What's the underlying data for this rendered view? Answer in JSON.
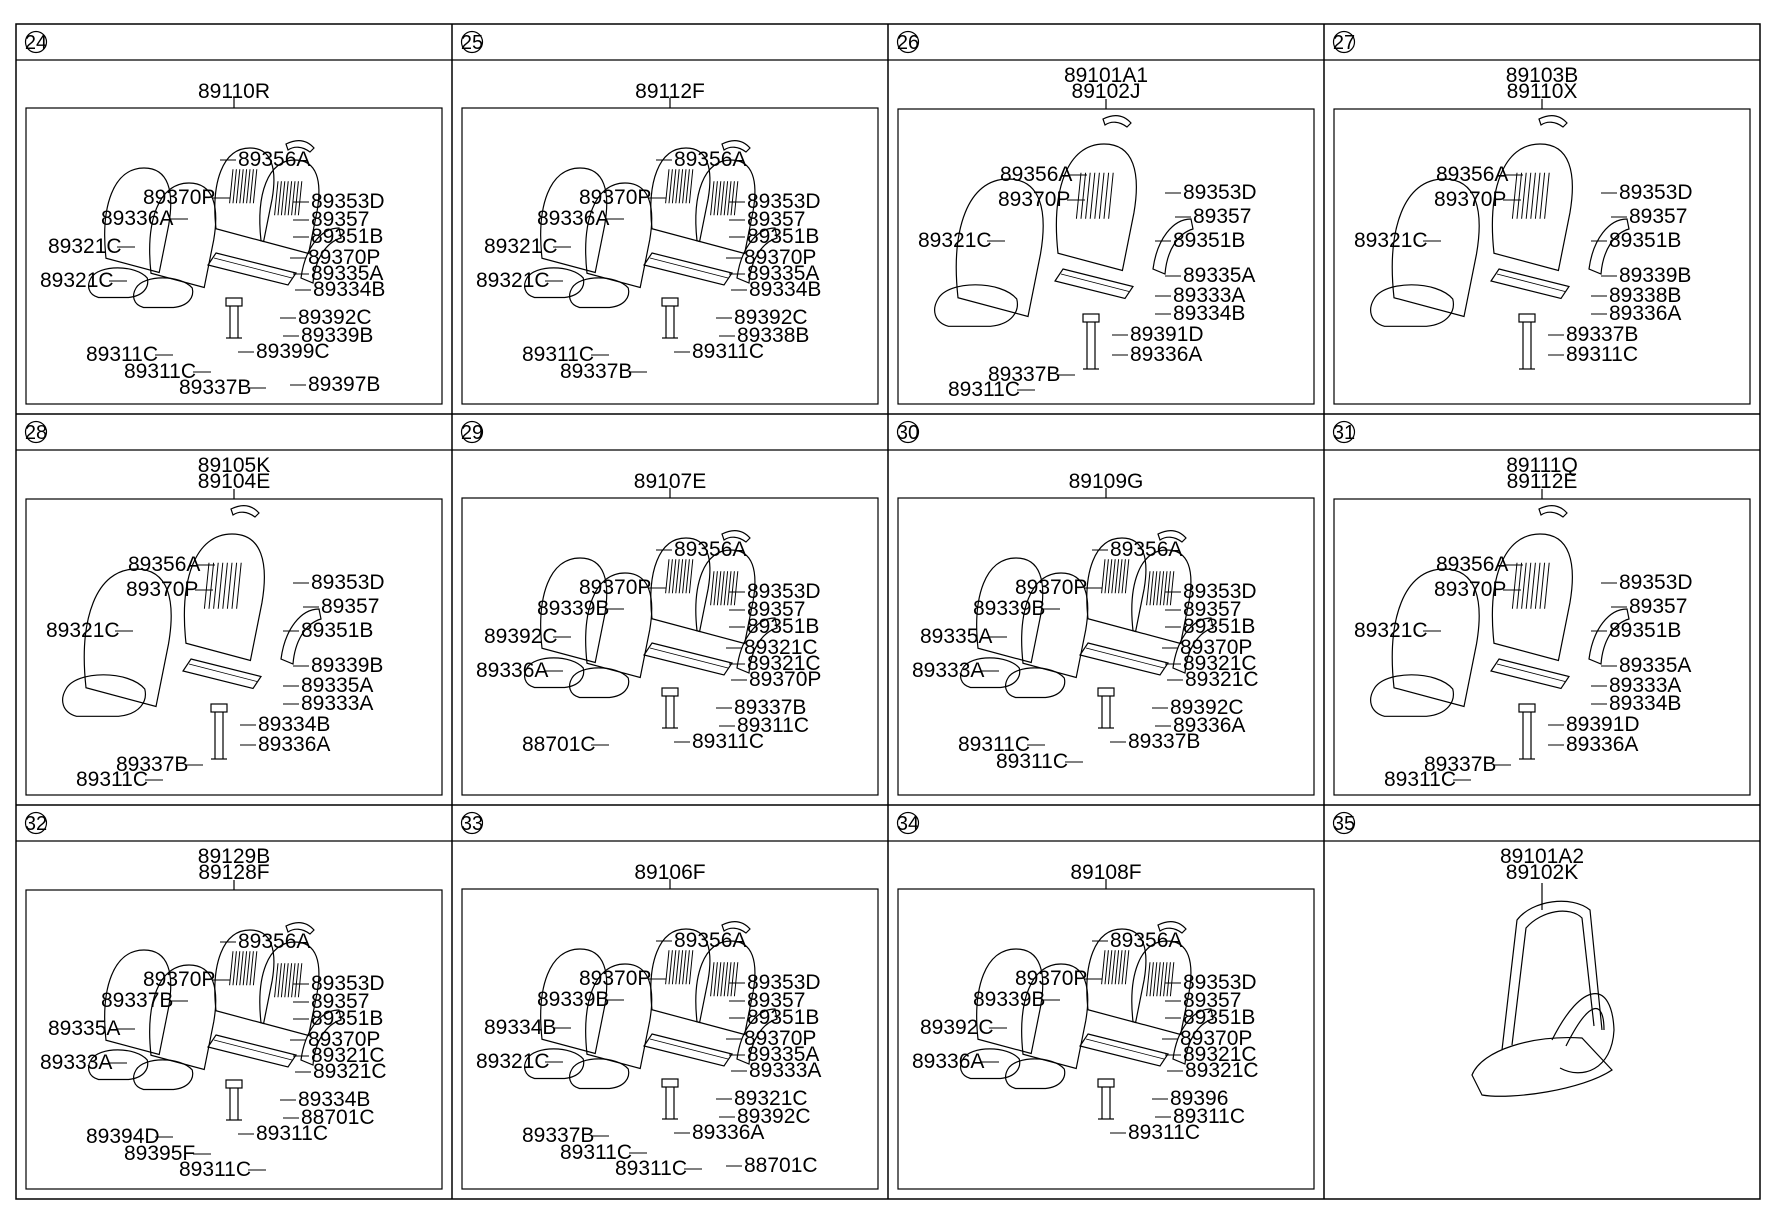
{
  "panels": [
    {
      "id": "24",
      "header": [
        "89110R"
      ],
      "variant": "double",
      "labels": [
        "89356A",
        "89370P",
        "89336A",
        "89353D",
        "89357",
        "89351B",
        "89370P",
        "89335A",
        "89334B",
        "89321C",
        "89321C",
        "89392C",
        "89339B",
        "89399C",
        "89311C",
        "89311C",
        "89337B",
        "89397B"
      ]
    },
    {
      "id": "25",
      "header": [
        "89112F"
      ],
      "variant": "double",
      "labels": [
        "89356A",
        "89370P",
        "89336A",
        "89353D",
        "89357",
        "89351B",
        "89370P",
        "89335A",
        "89334B",
        "89321C",
        "89321C",
        "89392C",
        "89338B",
        "89311C",
        "89311C",
        "89337B"
      ]
    },
    {
      "id": "26",
      "header": [
        "89101A1",
        "89102J"
      ],
      "variant": "single",
      "labels": [
        "89356A",
        "89370P",
        "89353D",
        "89357",
        "89351B",
        "89321C",
        "89335A",
        "89333A",
        "89334B",
        "89391D",
        "89336A",
        "89337B",
        "89311C"
      ]
    },
    {
      "id": "27",
      "header": [
        "89103B",
        "89110X"
      ],
      "variant": "single",
      "labels": [
        "89356A",
        "89370P",
        "89353D",
        "89357",
        "89351B",
        "89321C",
        "89339B",
        "89338B",
        "89336A",
        "89337B",
        "89311C"
      ]
    },
    {
      "id": "28",
      "header": [
        "89105K",
        "89104E"
      ],
      "variant": "single",
      "labels": [
        "89356A",
        "89370P",
        "89353D",
        "89357",
        "89351B",
        "89321C",
        "89339B",
        "89335A",
        "89333A",
        "89334B",
        "89336A",
        "89337B",
        "89311C"
      ]
    },
    {
      "id": "29",
      "header": [
        "89107E"
      ],
      "variant": "double",
      "labels": [
        "89356A",
        "89370P",
        "89339B",
        "89353D",
        "89357",
        "89351B",
        "89321C",
        "89321C",
        "89370P",
        "89392C",
        "89336A",
        "89337B",
        "89311C",
        "89311C",
        "88701C"
      ]
    },
    {
      "id": "30",
      "header": [
        "89109G"
      ],
      "variant": "double",
      "labels": [
        "89356A",
        "89370P",
        "89339B",
        "89353D",
        "89357",
        "89351B",
        "89370P",
        "89321C",
        "89321C",
        "89335A",
        "89333A",
        "89392C",
        "89336A",
        "89337B",
        "89311C",
        "89311C"
      ]
    },
    {
      "id": "31",
      "header": [
        "89111Q",
        "89112E"
      ],
      "variant": "single",
      "labels": [
        "89356A",
        "89370P",
        "89353D",
        "89357",
        "89351B",
        "89321C",
        "89335A",
        "89333A",
        "89334B",
        "89391D",
        "89336A",
        "89337B",
        "89311C"
      ]
    },
    {
      "id": "32",
      "header": [
        "89129B",
        "89128F"
      ],
      "variant": "double",
      "labels": [
        "89356A",
        "89370P",
        "89337B",
        "89353D",
        "89357",
        "89351B",
        "89370P",
        "89321C",
        "89321C",
        "89335A",
        "89333A",
        "89334B",
        "88701C",
        "89311C",
        "89394D",
        "89395F",
        "89311C"
      ]
    },
    {
      "id": "33",
      "header": [
        "89106F"
      ],
      "variant": "double",
      "labels": [
        "89356A",
        "89370P",
        "89339B",
        "89353D",
        "89357",
        "89351B",
        "89370P",
        "89335A",
        "89333A",
        "89334B",
        "89321C",
        "89321C",
        "89392C",
        "89336A",
        "89337B",
        "89311C",
        "89311C",
        "88701C"
      ]
    },
    {
      "id": "34",
      "header": [
        "89108F"
      ],
      "variant": "double",
      "labels": [
        "89356A",
        "89370P",
        "89339B",
        "89353D",
        "89357",
        "89351B",
        "89370P",
        "89321C",
        "89321C",
        "89392C",
        "89336A",
        "89396",
        "89311C",
        "89311C"
      ]
    },
    {
      "id": "35",
      "header": [
        "89101A2",
        "89102K"
      ],
      "variant": "assembly",
      "labels": []
    }
  ]
}
